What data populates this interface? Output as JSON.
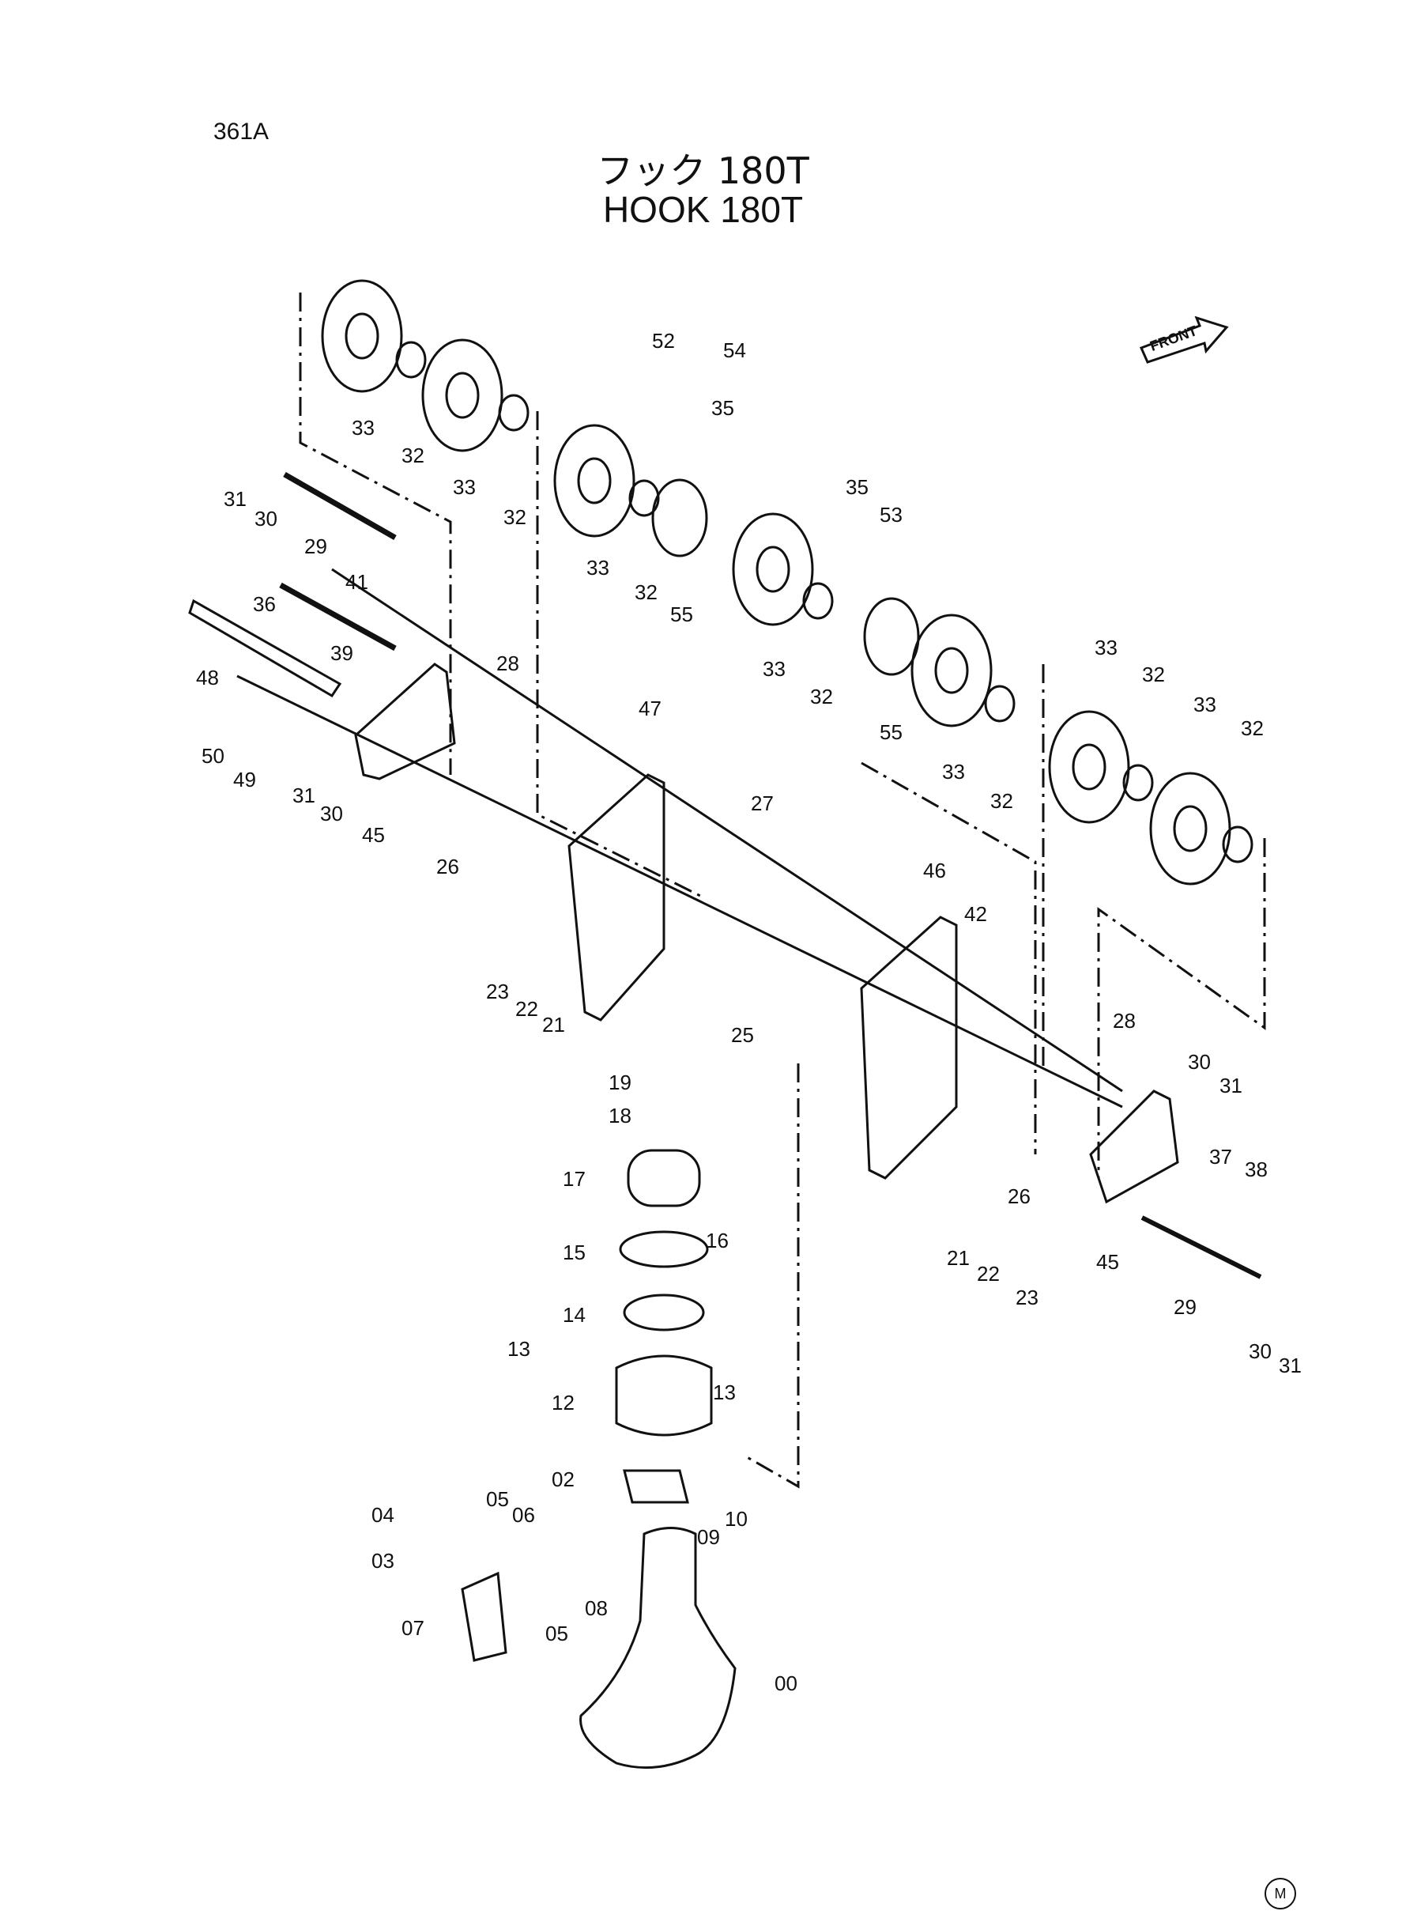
{
  "page": {
    "code": "361A",
    "title_jp": "フック 180T",
    "title_en": "HOOK 180T"
  },
  "front_marker": {
    "label": "FRONT"
  },
  "footer_mark": {
    "label": "M"
  },
  "callouts": [
    {
      "id": "c52",
      "label": "52"
    },
    {
      "id": "c54",
      "label": "54"
    },
    {
      "id": "c35a",
      "label": "35"
    },
    {
      "id": "c33a",
      "label": "33"
    },
    {
      "id": "c32a",
      "label": "32"
    },
    {
      "id": "c33b",
      "label": "33"
    },
    {
      "id": "c32b",
      "label": "32"
    },
    {
      "id": "c33c",
      "label": "33"
    },
    {
      "id": "c32c",
      "label": "32"
    },
    {
      "id": "c55a",
      "label": "55"
    },
    {
      "id": "c35b",
      "label": "35"
    },
    {
      "id": "c53",
      "label": "53"
    },
    {
      "id": "c33d",
      "label": "33"
    },
    {
      "id": "c32d",
      "label": "32"
    },
    {
      "id": "c55b",
      "label": "55"
    },
    {
      "id": "c33e",
      "label": "33"
    },
    {
      "id": "c32e",
      "label": "32"
    },
    {
      "id": "c33f",
      "label": "33"
    },
    {
      "id": "c32f",
      "label": "32"
    },
    {
      "id": "c33g",
      "label": "33"
    },
    {
      "id": "c32g",
      "label": "32"
    },
    {
      "id": "c31a",
      "label": "31"
    },
    {
      "id": "c30a",
      "label": "30"
    },
    {
      "id": "c29a",
      "label": "29"
    },
    {
      "id": "c41",
      "label": "41"
    },
    {
      "id": "c36",
      "label": "36"
    },
    {
      "id": "c39",
      "label": "39"
    },
    {
      "id": "c48",
      "label": "48"
    },
    {
      "id": "c50",
      "label": "50"
    },
    {
      "id": "c49",
      "label": "49"
    },
    {
      "id": "c31b",
      "label": "31"
    },
    {
      "id": "c30b",
      "label": "30"
    },
    {
      "id": "c45a",
      "label": "45"
    },
    {
      "id": "c28a",
      "label": "28"
    },
    {
      "id": "c26a",
      "label": "26"
    },
    {
      "id": "c47",
      "label": "47"
    },
    {
      "id": "c27",
      "label": "27"
    },
    {
      "id": "c23a",
      "label": "23"
    },
    {
      "id": "c22a",
      "label": "22"
    },
    {
      "id": "c21a",
      "label": "21"
    },
    {
      "id": "c25",
      "label": "25"
    },
    {
      "id": "c46",
      "label": "46"
    },
    {
      "id": "c42",
      "label": "42"
    },
    {
      "id": "c28b",
      "label": "28"
    },
    {
      "id": "c30c",
      "label": "30"
    },
    {
      "id": "c31c",
      "label": "31"
    },
    {
      "id": "c37",
      "label": "37"
    },
    {
      "id": "c38",
      "label": "38"
    },
    {
      "id": "c26b",
      "label": "26"
    },
    {
      "id": "c21b",
      "label": "21"
    },
    {
      "id": "c22b",
      "label": "22"
    },
    {
      "id": "c23b",
      "label": "23"
    },
    {
      "id": "c45b",
      "label": "45"
    },
    {
      "id": "c29b",
      "label": "29"
    },
    {
      "id": "c30d",
      "label": "30"
    },
    {
      "id": "c31d",
      "label": "31"
    },
    {
      "id": "c19",
      "label": "19"
    },
    {
      "id": "c18",
      "label": "18"
    },
    {
      "id": "c17",
      "label": "17"
    },
    {
      "id": "c15",
      "label": "15"
    },
    {
      "id": "c16",
      "label": "16"
    },
    {
      "id": "c14",
      "label": "14"
    },
    {
      "id": "c13a",
      "label": "13"
    },
    {
      "id": "c12",
      "label": "12"
    },
    {
      "id": "c13b",
      "label": "13"
    },
    {
      "id": "c02",
      "label": "02"
    },
    {
      "id": "c09",
      "label": "09"
    },
    {
      "id": "c10",
      "label": "10"
    },
    {
      "id": "c04",
      "label": "04"
    },
    {
      "id": "c05a",
      "label": "05"
    },
    {
      "id": "c06",
      "label": "06"
    },
    {
      "id": "c03",
      "label": "03"
    },
    {
      "id": "c08",
      "label": "08"
    },
    {
      "id": "c05b",
      "label": "05"
    },
    {
      "id": "c07",
      "label": "07"
    },
    {
      "id": "c00",
      "label": "00"
    }
  ]
}
